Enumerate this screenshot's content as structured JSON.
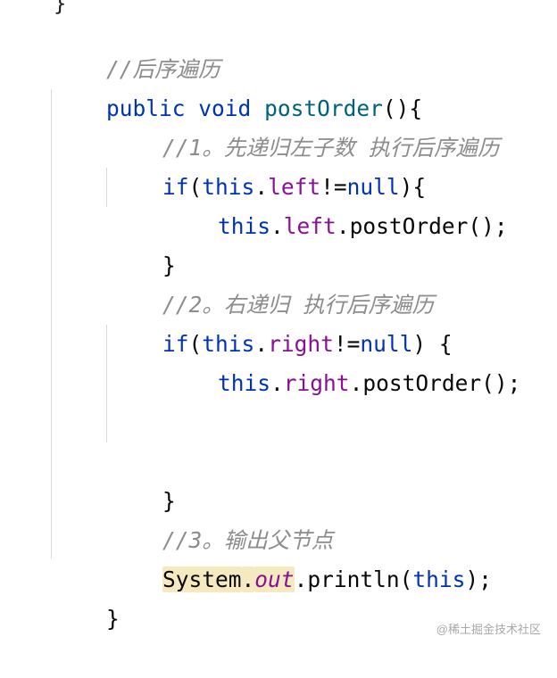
{
  "code": {
    "top_stub": "}",
    "lines": [
      {
        "id": "comment-postorder",
        "text": "//后序遍历"
      },
      {
        "id": "method-signature",
        "tokens": [
          "public",
          " ",
          "void",
          " ",
          "postOrder",
          "(){"
        ]
      },
      {
        "id": "comment-step1",
        "text": "//1。先递归左子数 执行后序遍历"
      },
      {
        "id": "if-left",
        "tokens": [
          "if",
          "(",
          "this",
          ".",
          "left",
          "!=",
          "null",
          "){"
        ]
      },
      {
        "id": "left-call",
        "tokens": [
          "this",
          ".",
          "left",
          ".",
          "postOrder",
          "();"
        ]
      },
      {
        "id": "close-if-left",
        "text": "}"
      },
      {
        "id": "comment-step2",
        "text": "//2。右递归 执行后序遍历"
      },
      {
        "id": "if-right",
        "tokens": [
          "if",
          "(",
          "this",
          ".",
          "right",
          "!=",
          "null",
          ") {"
        ]
      },
      {
        "id": "right-call",
        "tokens": [
          "this",
          ".",
          "right",
          ".",
          "postOrder",
          "();"
        ]
      },
      {
        "id": "close-if-right",
        "text": "}"
      },
      {
        "id": "comment-step3",
        "text": "//3。输出父节点"
      },
      {
        "id": "print-call",
        "tokens": [
          "System",
          ".",
          "out",
          ".",
          "println",
          "(",
          "this",
          ");"
        ]
      },
      {
        "id": "close-method",
        "text": "}"
      }
    ]
  },
  "watermark": "@稀土掘金技术社区",
  "colors": {
    "keyword": "#0033b3",
    "function": "#00627a",
    "field": "#871094",
    "comment": "#8c8c8c",
    "plain": "#080808",
    "highlight": "#f5eabf"
  }
}
